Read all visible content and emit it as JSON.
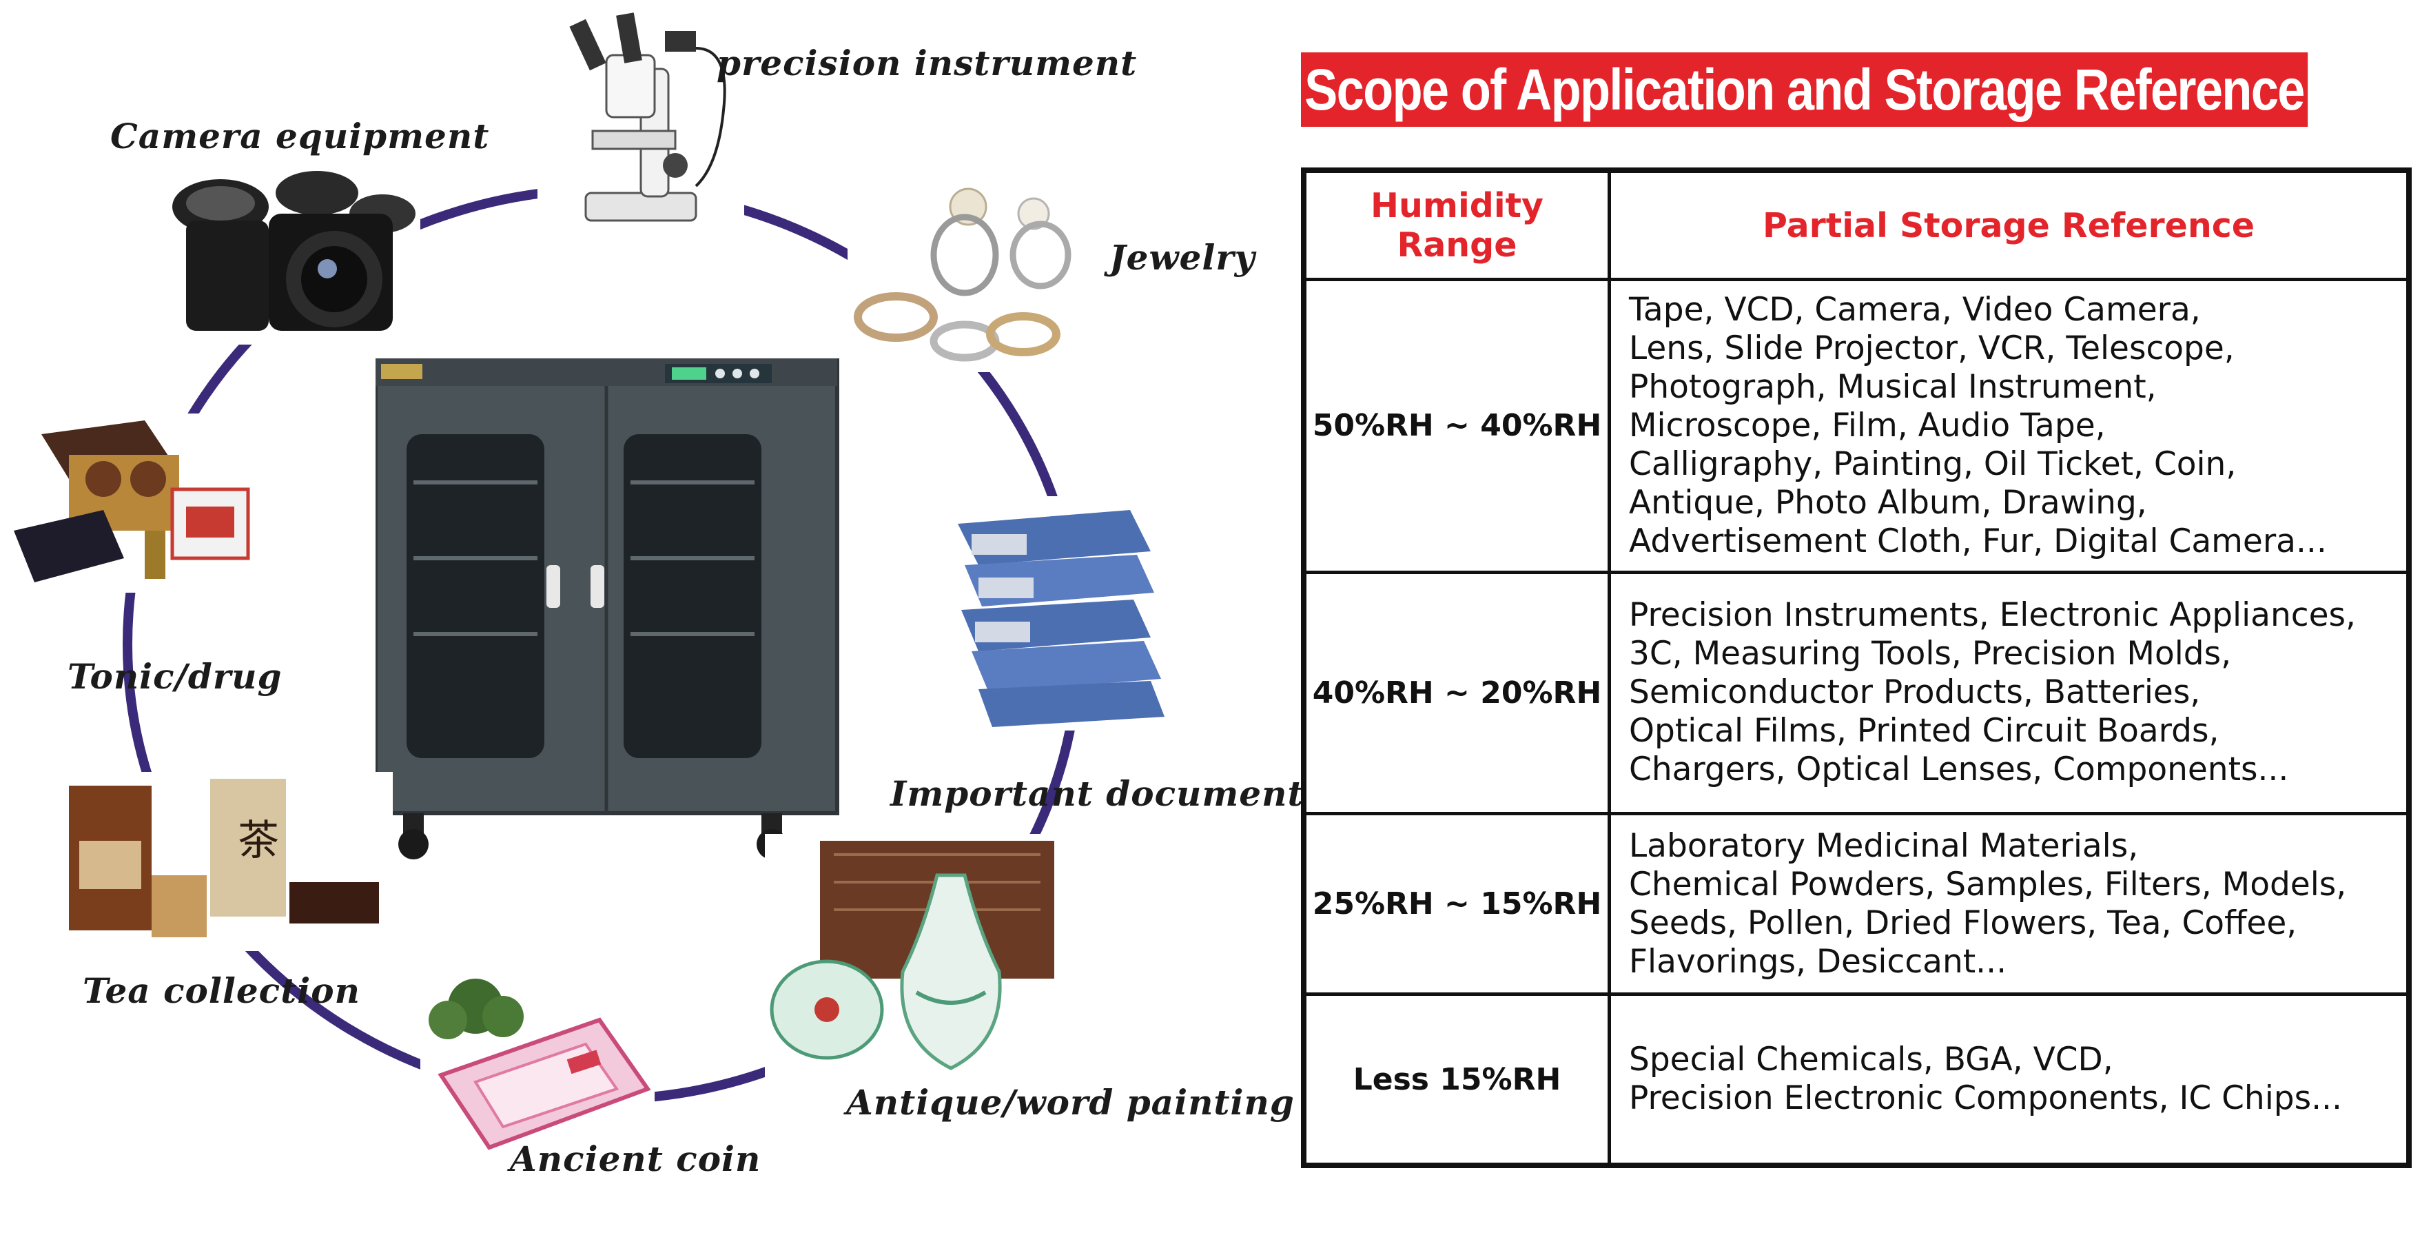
{
  "diagram": {
    "labels": {
      "precision_instrument": "precision instrument",
      "camera_equipment": "Camera equipment",
      "jewelry": "Jewelry",
      "tonic_drug": "Tonic/drug",
      "important_document": "Important document",
      "tea_collection": "Tea collection",
      "antique_word_painting": "Antique/word painting",
      "ancient_coin": "Ancient coin"
    },
    "ring_color": "#3b2a7a",
    "cabinet_color": "#4a5358"
  },
  "reference": {
    "title": "Scope of Application and Storage Reference",
    "title_bg": "#e3252b",
    "headers": [
      "Humidity Range",
      "Partial Storage Reference"
    ],
    "rows": [
      {
        "range": "50%RH ~ 40%RH",
        "lines": [
          "Tape, VCD, Camera, Video Camera,",
          "Lens, Slide Projector, VCR, Telescope,",
          "Photograph, Musical Instrument,",
          "Microscope, Film, Audio Tape,",
          "Calligraphy, Painting, Oil Ticket, Coin,",
          "Antique, Photo Album, Drawing,",
          "Advertisement Cloth, Fur, Digital Camera..."
        ]
      },
      {
        "range": "40%RH ~ 20%RH",
        "lines": [
          "Precision Instruments, Electronic Appliances,",
          "3C, Measuring Tools, Precision Molds,",
          "Semiconductor Products, Batteries,",
          "Optical Films, Printed Circuit Boards,",
          "Chargers, Optical Lenses, Components..."
        ]
      },
      {
        "range": "25%RH ~ 15%RH",
        "lines": [
          "Laboratory Medicinal Materials,",
          "Chemical Powders, Samples, Filters, Models,",
          "Seeds, Pollen, Dried Flowers, Tea, Coffee,",
          "Flavorings, Desiccant..."
        ]
      },
      {
        "range": "Less 15%RH",
        "lines": [
          "Special Chemicals, BGA, VCD,",
          "Precision Electronic Components, IC Chips..."
        ]
      }
    ]
  }
}
